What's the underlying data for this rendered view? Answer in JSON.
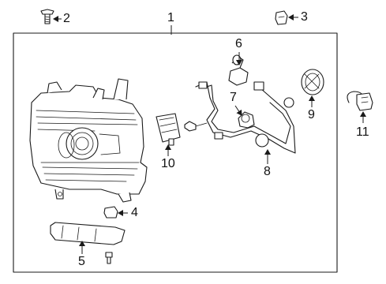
{
  "callouts": {
    "c1": "1",
    "c2": "2",
    "c3": "3",
    "c4": "4",
    "c5": "5",
    "c6": "6",
    "c7": "7",
    "c8": "8",
    "c9": "9",
    "c10": "10",
    "c11": "11"
  },
  "parts": {
    "p1": "headlamp-assembly",
    "p2": "screw-fastener",
    "p3": "clip-nut",
    "p4": "clip",
    "p5": "mounting-bracket",
    "p6": "headlamp-bulb",
    "p7": "bulb",
    "p8": "wiring-harness",
    "p9": "bulb-socket-cover",
    "p10": "control-module",
    "p11": "connector"
  }
}
